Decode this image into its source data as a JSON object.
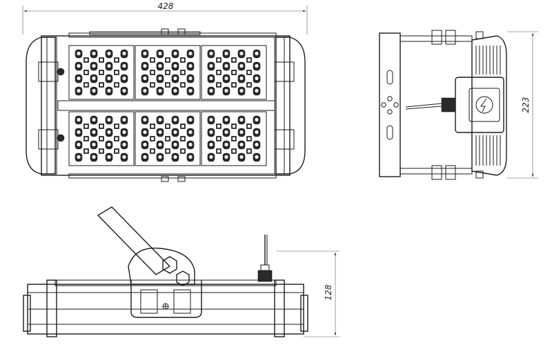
{
  "dimensions": {
    "width": "428",
    "depth": "223",
    "height": "128"
  },
  "front_view": {
    "modules_per_row": 3,
    "rows": 2
  },
  "colors": {
    "line": "#1a1a1a",
    "fill_dark": "#2a2a2a",
    "background": "#ffffff"
  }
}
